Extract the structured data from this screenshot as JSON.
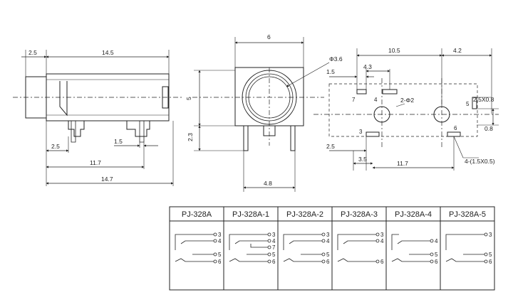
{
  "side_view": {
    "dim_front_len": "2.5",
    "dim_body_len": "14.5",
    "dim_pin_offset": "2.5",
    "dim_pin_width": "1.5",
    "dim_pin_span": "11.7",
    "dim_total_len": "14.7"
  },
  "front_view": {
    "dim_width": "6",
    "dim_hole": "Φ3.6",
    "dim_height": "5",
    "dim_base": "2.3",
    "dim_bottom": "4.8"
  },
  "pcb_layout": {
    "dim_span_top": "10.5",
    "dim_right_top": "4.2",
    "dim_pad_offset": "1.5",
    "dim_pad_spacing": "4.3",
    "dim_post_hole": "2-Φ2",
    "dim_slot_right": "2.5X0.8",
    "dim_right_offset": "0.8",
    "dim_left_offset": "2.5",
    "dim_bottom_left": "3.5",
    "dim_bottom_span": "11.7",
    "dim_slots_bottom": "4-(1.5X0.5)",
    "pad_labels": [
      "7",
      "4",
      "5",
      "3",
      "6"
    ]
  },
  "variants_table": {
    "columns": [
      "PJ-328A",
      "PJ-328A-1",
      "PJ-328A-2",
      "PJ-328A-3",
      "PJ-328A-4",
      "PJ-328A-5"
    ],
    "pins": [
      [
        "3",
        "4",
        "5",
        "6"
      ],
      [
        "3",
        "4",
        "7",
        "5",
        "6"
      ],
      [
        "3",
        "4",
        "5",
        "6"
      ],
      [
        "3",
        "4",
        "6"
      ],
      [
        "4",
        "5",
        "6"
      ],
      [
        "3",
        "5",
        "6"
      ]
    ]
  }
}
